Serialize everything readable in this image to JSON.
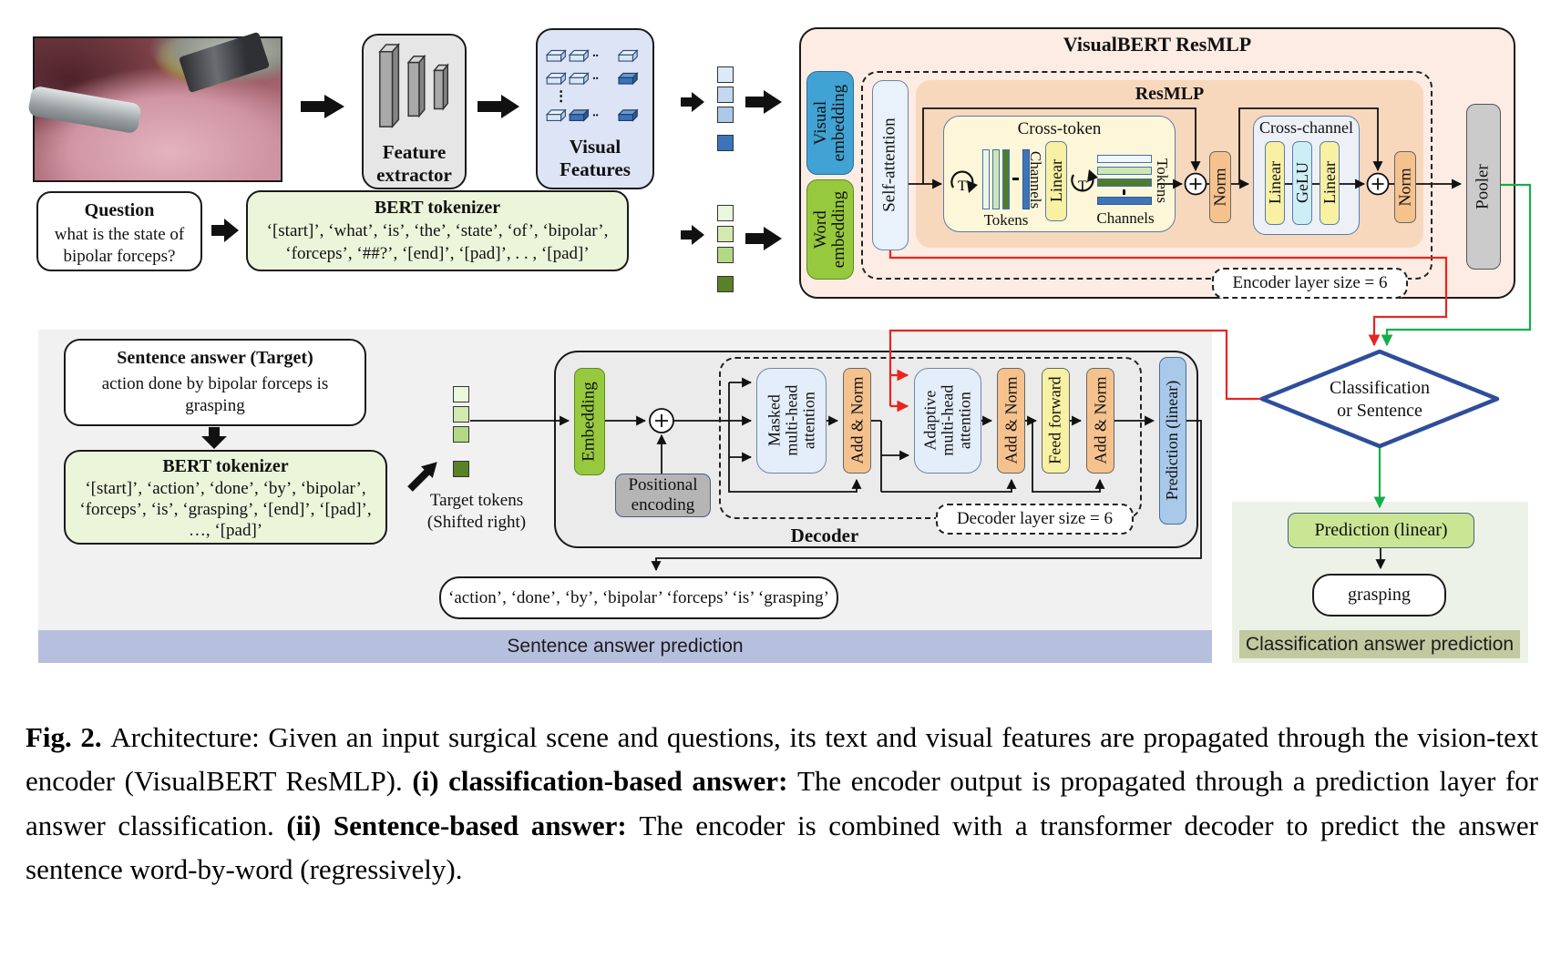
{
  "colors": {
    "accent_red": "#e8251f",
    "accent_green": "#12b04a",
    "encoder_bg": "#fcece3",
    "resmlp_bg": "#f8d8bd",
    "cross_token_bg": "#fdf6d8",
    "cross_channel_bg": "#edf1f7",
    "norm_fill": "#f5c28e",
    "linear_fill": "#f8f0a2",
    "gelu_fill": "#cdeef5",
    "visual_embedding_fill": "#41a3d3",
    "word_embedding_fill": "#97c93e",
    "attention_fill": "#e4eefa",
    "prediction_bar_fill": "#a9c9ea",
    "pooler_fill": "#cbcbcb",
    "sentence_banner_fill": "#b6bfdd",
    "classification_banner_fill": "#c2c9a0",
    "diamond_border": "#2e4d9b",
    "visual_token_colors": [
      "#dce9f8",
      "#c3d7ee",
      "#adc8e8",
      "#3b74ba"
    ],
    "word_token_colors": [
      "#eaf6dd",
      "#d2e9b0",
      "#b4d983",
      "#5a8127"
    ]
  },
  "top": {
    "feature_extractor": "Feature\nextractor",
    "visual_features": "Visual\nFeatures",
    "question": {
      "title": "Question",
      "body": "what is the state of\nbipolar forceps?"
    },
    "tokenizer": {
      "title": "BERT tokenizer",
      "lines": [
        "‘[start]’, ‘what’, ‘is’, ‘the’, ‘state’, ‘of’, ‘bipolar’,",
        "‘forceps’, ‘##?’, ‘[end]’, ‘[pad]’, . . , ‘[pad]’"
      ]
    }
  },
  "encoder": {
    "title": "VisualBERT ResMLP",
    "visual_embedding": "Visual\nembedding",
    "word_embedding": "Word\nembedding",
    "self_attention": "Self-attention",
    "resmlp": "ResMLP",
    "cross_token": {
      "title": "Cross-token",
      "t": "T",
      "tokens": "Tokens",
      "channels": "Channels",
      "linear": "Linear",
      "t2": "T",
      "tokens2": "Tokens",
      "channels2": "Channels"
    },
    "norm": "Norm",
    "cross_channel": {
      "title": "Cross-channel",
      "linear1": "Linear",
      "gelu": "GeLU",
      "linear2": "Linear"
    },
    "pooler": "Pooler",
    "layer_size": "Encoder layer size = 6"
  },
  "sentence_branch": {
    "target": {
      "title": "Sentence answer (Target)",
      "body": "action done by bipolar forceps is\ngrasping"
    },
    "tokenizer": {
      "title": "BERT tokenizer",
      "lines": [
        "‘[start]’, ‘action’, ‘done’, ‘by’, ‘bipolar’,",
        "‘forceps’, ‘is’, ‘grasping’, ‘[end]’, ‘[pad]’,",
        "…, ‘[pad]’"
      ]
    },
    "target_tokens_label": "Target tokens\n(Shifted right)",
    "embedding": "Embedding",
    "positional_encoding": "Positional\nencoding",
    "masked_mha": "Masked\nmulti-head\nattention",
    "add_norm": "Add & Norm",
    "adaptive_mha": "Adaptive\nmulti-head\nattention",
    "feed_forward": "Feed forward",
    "prediction": "Prediction (linear)",
    "layer_size": "Decoder layer size = 6",
    "decoder_label": "Decoder",
    "output_sentence": "‘action’, ‘done’, ‘by’, ‘bipolar’ ‘forceps’ ‘is’ ‘grasping’",
    "banner": "Sentence answer prediction"
  },
  "classification_branch": {
    "diamond": "Classification\nor Sentence",
    "prediction": "Prediction (linear)",
    "answer": "grasping",
    "banner": "Classification answer prediction"
  },
  "caption": {
    "segments": [
      {
        "text": "Fig. 2. ",
        "bold": true
      },
      {
        "text": "Architecture: Given an input surgical scene and questions, its text and visual features are propagated through the vision-text encoder (VisualBERT ResMLP). ",
        "bold": false
      },
      {
        "text": "(i) classification-based answer: ",
        "bold": true
      },
      {
        "text": "The encoder output is propagated through a prediction layer for answer classification. ",
        "bold": false
      },
      {
        "text": "(ii) Sentence-based answer: ",
        "bold": true
      },
      {
        "text": "The encoder is combined with a transformer decoder to predict the answer sentence word-by-word (regressively).",
        "bold": false
      }
    ]
  }
}
